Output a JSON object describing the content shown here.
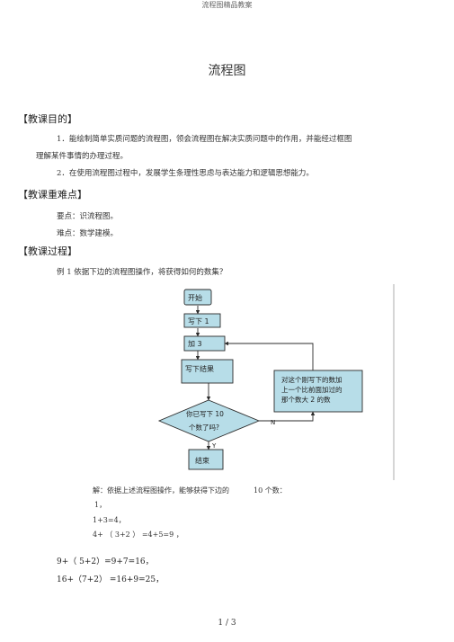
{
  "header": "流程图精品教案",
  "title": "流程图",
  "sections": {
    "objectives": "【教课目的】",
    "key_points": "【教课重难点】",
    "process": "【教课过程】"
  },
  "objectives": {
    "p1_line1": "1．能绘制简单实质问题的流程图，领会流程图在解决实质问题中的作用，并能经过框图",
    "p1_line2": "理解某件事情的办理过程。",
    "p2": "2．在使用流程图过程中，发展学生条理性思虑与表达能力和逻辑思想能力。"
  },
  "key_points": {
    "important": "要点：识流程图。",
    "difficult": "难点：数学建模。"
  },
  "example": "例 1 依据下边的流程图操作，将获得如何的数集？",
  "flowchart": {
    "start": "开始",
    "write1": "写下 1",
    "add3": "加 3",
    "write_result": "写下结果",
    "decision_line1": "你已写下 10",
    "decision_line2": "个数了吗?",
    "side_line1": "对这个刚写下的数加",
    "side_line2": "上一个比前面加过的",
    "side_line3": "那个数大 2 的数",
    "no_label": "N",
    "yes_label": "Y",
    "end": "结束"
  },
  "solution": {
    "intro_a": "解：依据上述流程图操作，能够获得下边的",
    "intro_b": "10 个数：",
    "l1": "1，",
    "l2": "1+3=4，",
    "l3": "4+ （ 3+2 ） =4+5=9 ，",
    "l4": "9+（ 5+2）=9+7=16，",
    "l5": "16+（7+2） =16+9=25，"
  },
  "footer": "1 / 3",
  "colors": {
    "box_fill": "#b7dde8",
    "box_stroke": "#2b2b2b"
  }
}
